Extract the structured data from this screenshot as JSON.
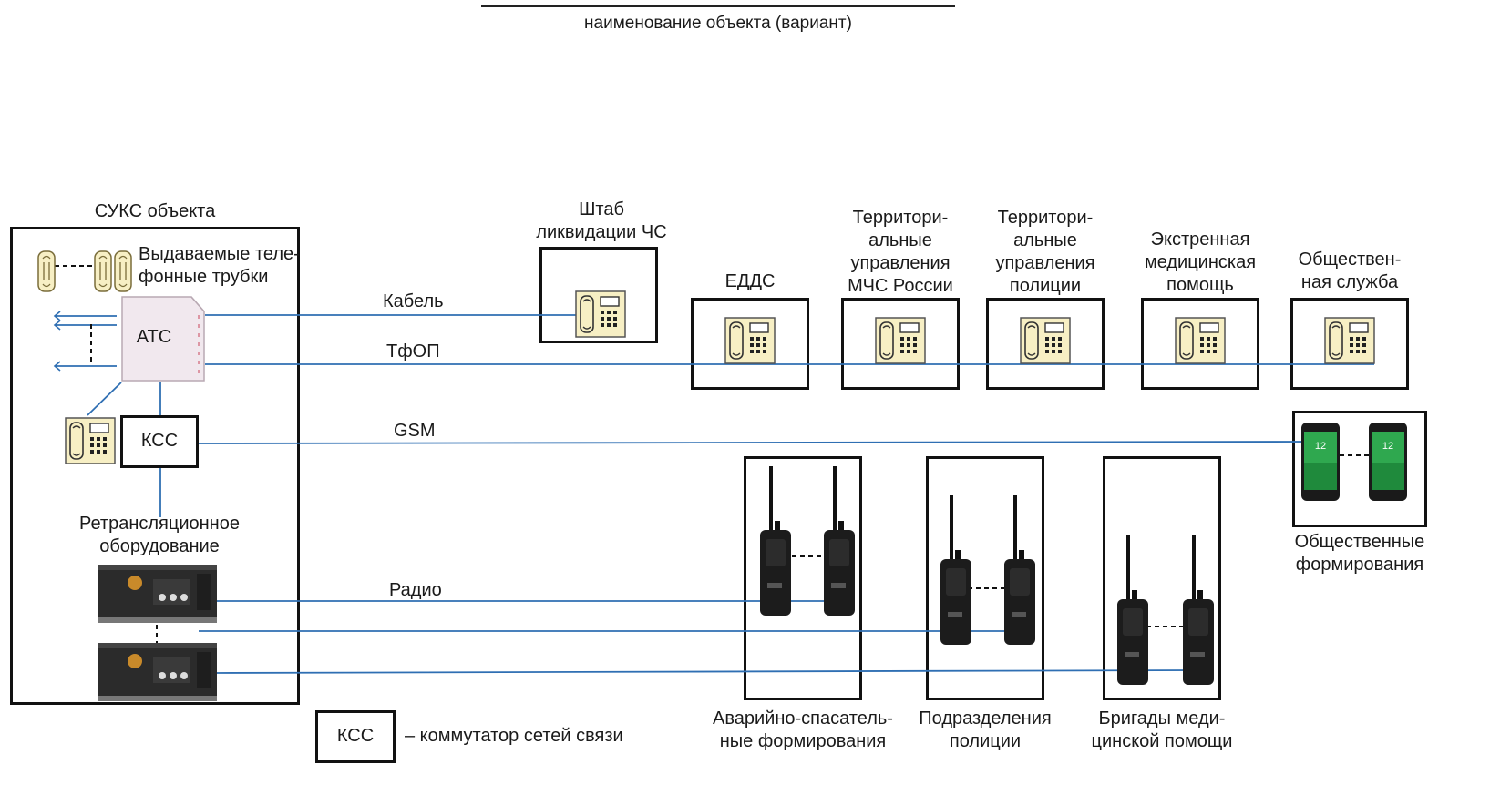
{
  "header": {
    "caption": "наименование объекта (вариант)"
  },
  "left_block": {
    "title": "СУКС объекта",
    "handsets_label": [
      "Выдаваемые теле-",
      "фонные трубки"
    ],
    "ats_label": "АТС",
    "kss_label": "КСС",
    "relay_label": [
      "Ретрансляционное",
      "оборудование"
    ]
  },
  "links": {
    "cable": "Кабель",
    "pstn": "ТфОП",
    "gsm": "GSM",
    "radio": "Радио"
  },
  "nodes": {
    "hq": [
      "Штаб",
      "ликвидации ЧС"
    ],
    "edds": [
      "ЕДДС"
    ],
    "mchs": [
      "Территори-",
      "альные",
      "управления",
      "МЧС России"
    ],
    "police_mgmt": [
      "Территори-",
      "альные",
      "управления",
      "полиции"
    ],
    "emergency_med": [
      "Экстренная",
      "медицинская",
      "помощь"
    ],
    "public_service": [
      "Обществен-",
      "ная служба"
    ],
    "public_units": [
      "Общественные",
      "формирования"
    ],
    "rescue_units": [
      "Аварийно-спасатель-",
      "ные формирования"
    ],
    "police_units": [
      "Подразделения",
      "полиции"
    ],
    "med_teams": [
      "Бригады меди-",
      "цинской помощи"
    ]
  },
  "legend": {
    "box_label": "КСС",
    "text": "– коммутатор сетей связи"
  },
  "phone_screen_time": "12",
  "colors": {
    "line": "#2f6fb3",
    "box_border": "#111111",
    "handset_fill": "#f7efc4",
    "ats_fill": "#f1e8ee",
    "phone_green": "#2fa84f",
    "radio_body": "#1c1c1c",
    "relay_body": "#2b2b2b"
  }
}
